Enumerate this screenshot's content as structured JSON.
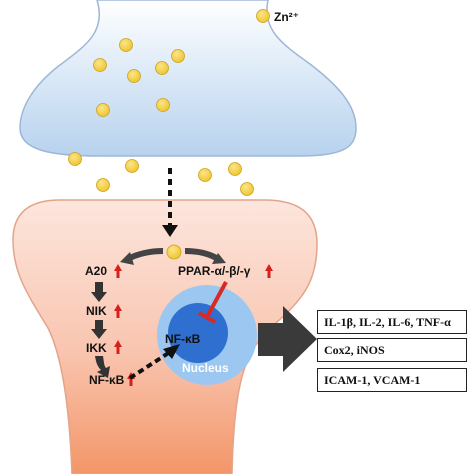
{
  "legend": {
    "label": "Zn²⁺"
  },
  "colors": {
    "zinc": "#F5D13A",
    "presynaptic": "#C9DDF2",
    "postsynaptic_top": "#FBE1D8",
    "postsynaptic_bottom": "#F5A37F",
    "nucleus_outer": "#9CC7F0",
    "nucleus_inner": "#2F6FD0",
    "up_arrow": "#D6201C",
    "inhibition": "#D62A24",
    "gray_arrow": "#444444"
  },
  "pathway": {
    "a20": "A20",
    "nik": "NIK",
    "ikk": "IKK",
    "nfkb_cyto": "NF-κB",
    "ppar": "PPAR-α/-β/-γ",
    "nfkb_nuc": "NF-κB",
    "nucleus": "Nucleus"
  },
  "outputs": [
    "IL-1β, IL-2, IL-6, TNF-α",
    "Cox2, iNOS",
    "ICAM-1, VCAM-1"
  ]
}
